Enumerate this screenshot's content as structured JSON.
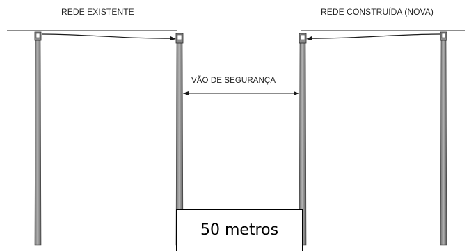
{
  "labels": {
    "existing_network": "REDE EXISTENTE",
    "new_network": "REDE CONSTRUÍDA (NOVA)",
    "safety_span": "VÃO DE SEGURANÇA",
    "distance": "50 metros"
  },
  "colors": {
    "pole_fill": "#9a9a9a",
    "pole_shade": "#5f5f5f",
    "line": "#1a1a1a",
    "text": "#222222"
  }
}
